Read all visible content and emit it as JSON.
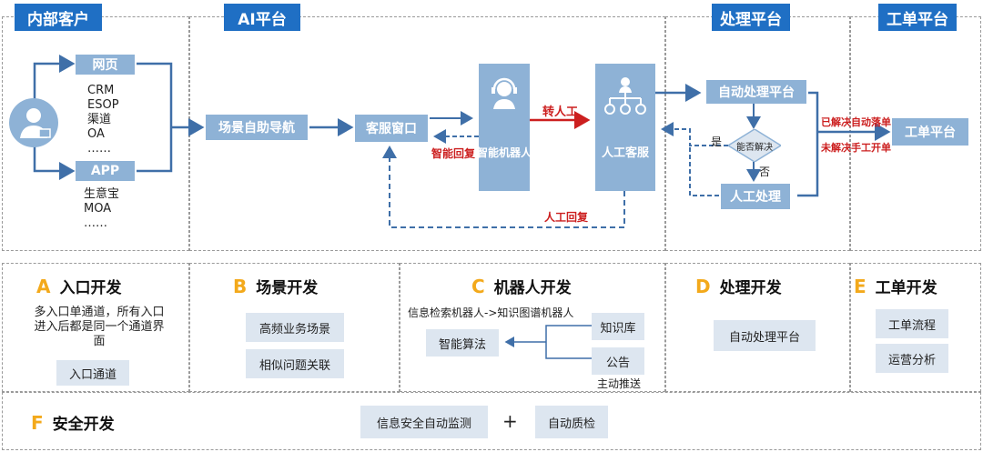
{
  "headers": {
    "internal": "内部客户",
    "ai": "AI平台",
    "processing": "处理平台",
    "ticket": "工单平台"
  },
  "top": {
    "web": "网页",
    "web_items": [
      "CRM",
      "ESOP",
      "渠道",
      "OA",
      "……"
    ],
    "app": "APP",
    "app_items": [
      "生意宝",
      "MOA",
      "……"
    ],
    "scene_nav": "场景自助导航",
    "cs_window": "客服窗口",
    "smart_robot": "智能机器人",
    "human_cs": "人工客服",
    "auto_platform": "自动处理平台",
    "decision": "能否解决",
    "yes": "是",
    "no": "否",
    "manual": "人工处理",
    "ticket_platform": "工单平台",
    "to_human": "转人工",
    "smart_reply": "智能回复",
    "human_reply": "人工回复",
    "solved_auto": "已解决自动落单",
    "unsolved_manual": "未解决手工开单"
  },
  "bottom": {
    "A": {
      "letter": "A",
      "title": "入口开发",
      "desc": "多入口单通道，所有入口进入后都是同一个通道界面",
      "item": "入口通道"
    },
    "B": {
      "letter": "B",
      "title": "场景开发",
      "items": [
        "高频业务场景",
        "相似问题关联"
      ]
    },
    "C": {
      "letter": "C",
      "title": "机器人开发",
      "note": "信息检索机器人->知识图谱机器人",
      "algo": "智能算法",
      "kb": "知识库",
      "notice": "公告",
      "push": "主动推送"
    },
    "D": {
      "letter": "D",
      "title": "处理开发",
      "item": "自动处理平台"
    },
    "E": {
      "letter": "E",
      "title": "工单开发",
      "items": [
        "工单流程",
        "运营分析"
      ]
    },
    "F": {
      "letter": "F",
      "title": "安全开发",
      "item1": "信息安全自动监测",
      "plus": "+",
      "item2": "自动质检"
    }
  },
  "colors": {
    "header": "#1f6fc4",
    "box": "#8eb2d6",
    "light": "#dde6f0",
    "accent": "#f3a91b",
    "red": "#cc1f1f",
    "arrow": "#3f6fa8"
  }
}
